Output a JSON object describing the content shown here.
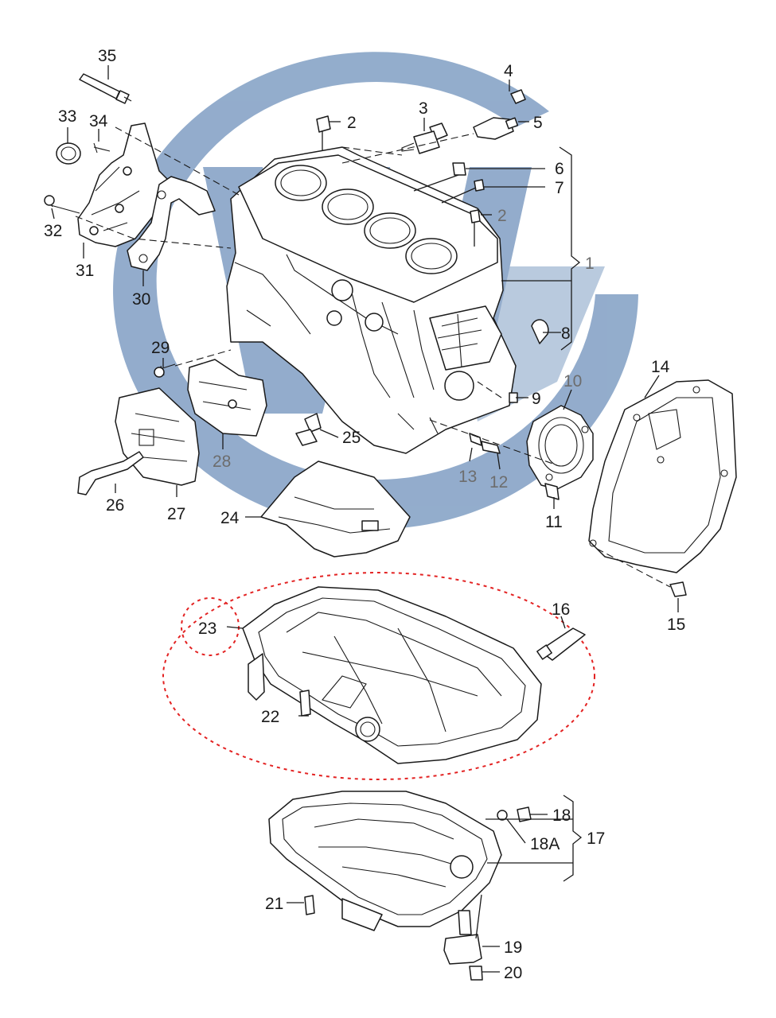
{
  "diagram": {
    "callouts": [
      {
        "id": "c1",
        "label": "1"
      },
      {
        "id": "c2a",
        "label": "2"
      },
      {
        "id": "c2b",
        "label": "2"
      },
      {
        "id": "c3",
        "label": "3"
      },
      {
        "id": "c4",
        "label": "4"
      },
      {
        "id": "c5",
        "label": "5"
      },
      {
        "id": "c6",
        "label": "6"
      },
      {
        "id": "c7",
        "label": "7"
      },
      {
        "id": "c8",
        "label": "8"
      },
      {
        "id": "c9",
        "label": "9"
      },
      {
        "id": "c10",
        "label": "10"
      },
      {
        "id": "c11",
        "label": "11"
      },
      {
        "id": "c12",
        "label": "12"
      },
      {
        "id": "c13",
        "label": "13"
      },
      {
        "id": "c14",
        "label": "14"
      },
      {
        "id": "c15",
        "label": "15"
      },
      {
        "id": "c16",
        "label": "16"
      },
      {
        "id": "c17",
        "label": "17"
      },
      {
        "id": "c18",
        "label": "18"
      },
      {
        "id": "c18a",
        "label": "18A"
      },
      {
        "id": "c19",
        "label": "19"
      },
      {
        "id": "c20",
        "label": "20"
      },
      {
        "id": "c21",
        "label": "21"
      },
      {
        "id": "c22",
        "label": "22"
      },
      {
        "id": "c23",
        "label": "23"
      },
      {
        "id": "c24",
        "label": "24"
      },
      {
        "id": "c25",
        "label": "25"
      },
      {
        "id": "c26",
        "label": "26"
      },
      {
        "id": "c27",
        "label": "27"
      },
      {
        "id": "c28",
        "label": "28"
      },
      {
        "id": "c29",
        "label": "29"
      },
      {
        "id": "c30",
        "label": "30"
      },
      {
        "id": "c31",
        "label": "31"
      },
      {
        "id": "c32",
        "label": "32"
      },
      {
        "id": "c33",
        "label": "33"
      },
      {
        "id": "c34",
        "label": "34"
      },
      {
        "id": "c35",
        "label": "35"
      }
    ]
  },
  "colors": {
    "line": "#1a1a1a",
    "watermark": "#7f9dc1",
    "highlight": "#e32222",
    "grey_label": "#6d6d6d",
    "background": "#ffffff"
  }
}
